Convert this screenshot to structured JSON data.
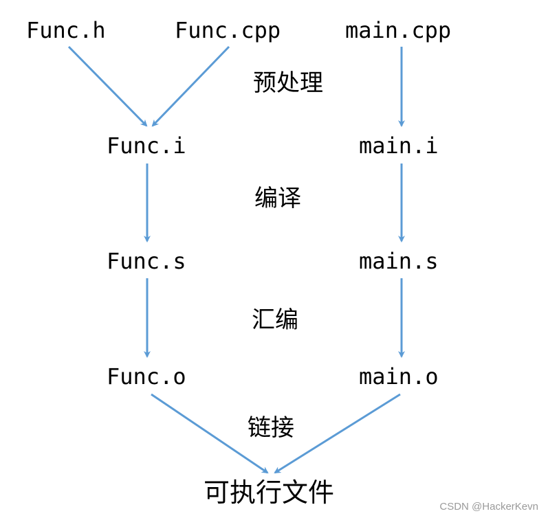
{
  "colors": {
    "arrow": "#5b9bd5",
    "text": "#000000",
    "watermark": "#9a9a9a"
  },
  "sources": {
    "func_h": "Func.h",
    "func_cpp": "Func.cpp",
    "main_cpp": "main.cpp"
  },
  "preprocessed": {
    "func": "Func.i",
    "main": "main.i"
  },
  "assembly": {
    "func": "Func.s",
    "main": "main.s"
  },
  "objects": {
    "func": "Func.o",
    "main": "main.o"
  },
  "stages": {
    "preprocess": "预处理",
    "compile": "编译",
    "assemble": "汇编",
    "link": "链接"
  },
  "result": "可执行文件",
  "watermark": "CSDN @HackerKevn"
}
